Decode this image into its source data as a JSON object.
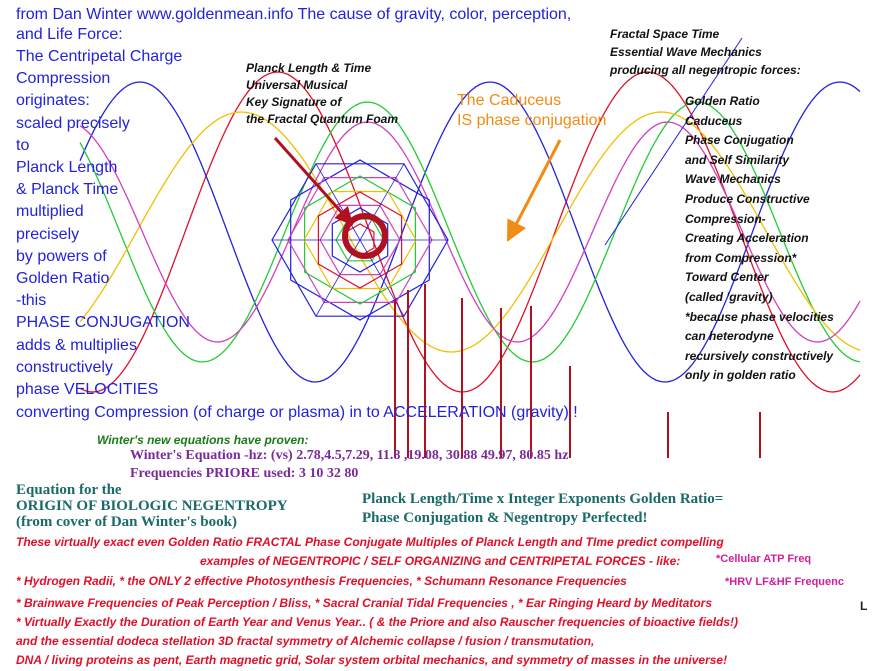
{
  "header": {
    "line1": "from Dan Winter   www.goldenmean.info   The cause of gravity, color, perception,",
    "line2": "and Life Force:"
  },
  "left_column": [
    "The Centripetal Charge",
    "Compression",
    "originates:",
    "scaled precisely",
    "to",
    "Planck Length",
    "& Planck Time",
    "multiplied",
    "precisely",
    "by powers of",
    "Golden Ratio",
    "-this",
    "PHASE CONJUGATION",
    "adds & multiplies",
    "constructively",
    "phase VELOCITIES"
  ],
  "converting_line": "converting Compression (of charge or plasma) in to ACCELERATION  (gravity) !",
  "planck_note": [
    "Planck Length & Time",
    "Universal Musical",
    "Key Signature of",
    "the Fractal Quantum Foam"
  ],
  "caduceus_note": [
    "The Caduceus",
    "IS phase conjugation"
  ],
  "fractal_note": [
    "Fractal Space Time",
    "Essential Wave Mechanics",
    "producing all negentropic forces:"
  ],
  "right_column": [
    "Golden Ratio",
    "Caduceus",
    "Phase Conjugation",
    "and Self Similarity",
    "Wave Mechanics",
    "Produce Constructive",
    "Compression-",
    "Creating Acceleration",
    "from Compression*",
    "Toward Center",
    "(called 'gravity)",
    "*because phase velocities",
    "can heterodyne",
    "recursively constructively",
    "only in golden ratio"
  ],
  "proven_line": "Winter's new equations have proven:",
  "equation_line": "Winter's Equation -hz: (vs) 2.78,4.5,7.29, 11.8 ,19.08, 30.88         49.97,          80.85 hz",
  "priore_line": "Frequencies PRIORE used:  3                10            32                              80",
  "origin_note": [
    "Equation for the",
    "ORIGIN OF BIOLOGIC NEGENTROPY",
    "(from cover of Dan Winter's book)"
  ],
  "planck_integer": [
    "Planck Length/Time x Integer Exponents Golden Ratio=",
    "Phase Conjugation & Negentropy Perfected!"
  ],
  "bottom_lines": [
    "These virtually exact even Golden Ratio FRACTAL  Phase Conjugate Multiples of Planck Length and TIme predict compelling",
    "examples of NEGENTROPIC / SELF ORGANIZING and  CENTRIPETAL  FORCES - like:",
    "* Hydrogen Radii, * the ONLY 2 effective Photosynthesis Frequencies, * Schumann Resonance Frequencies",
    "* Brainwave Frequencies of Peak Perception / Bliss,   * Sacral Cranial Tidal Frequencies , * Ear Ringing Heard by Meditators",
    "* Virtually Exactly the Duration of Earth Year and Venus Year..  ( & the Priore and also Rauscher frequencies of bioactive fields!)",
    "and the essential dodeca stellation 3D fractal symmetry  of Alchemic collapse / fusion / transmutation,",
    "DNA / living proteins as pent,  Earth magnetic grid, Solar system orbital mechanics, and symmetry of masses in the universe!"
  ],
  "cellular_note": "*Cellular ATP Freq",
  "hrv_note": "*HRV LF&HF Frequenc",
  "stray_glyph": "L",
  "colors": {
    "blue": "#2222dd",
    "orange": "#f08c14",
    "red": "#e0102a",
    "green": "#1a7a1a",
    "purple": "#7a2a9a",
    "teal": "#1a6a6a",
    "magenta": "#d0209a",
    "dark_red": "#b01020"
  }
}
